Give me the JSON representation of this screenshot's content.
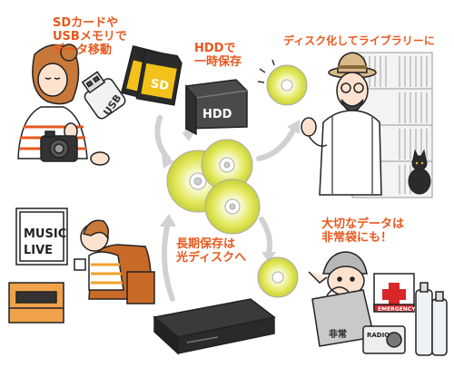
{
  "colors": {
    "accent_orange": "#e8581e",
    "disc_yellow": "#e6ea5a",
    "ink": "#222222",
    "sd_yellow": "#f2c21b",
    "hdd_gray": "#4a4a4a",
    "arrow_gray": "#cfd1d3",
    "red_cross": "#d8262b"
  },
  "captions": {
    "sd_usb": [
      "SDカードや",
      "USBメモリで",
      "データ移動"
    ],
    "hdd": [
      "HDDで",
      "一時保存"
    ],
    "library": [
      "ディスク化してライブラリーに"
    ],
    "longterm": [
      "長期保存は",
      "光ディスクへ"
    ],
    "emergency": [
      "大切なデータは",
      "非常袋にも！"
    ]
  },
  "labels": {
    "sd_card": "SD",
    "usb": "USB",
    "hdd": "HDD",
    "tv_line1": "MUSIC",
    "tv_line2": "LIVE",
    "emergency_kit": "EMERGENCY",
    "radio": "RADIO",
    "bag": "非常"
  },
  "icons": {
    "camera": "camera-icon",
    "usb": "usb-stick-icon",
    "sd_card": "sd-card-icon",
    "hdd": "hdd-icon",
    "disc": "disc-icon",
    "tv": "tv-icon",
    "recorder": "recorder-icon",
    "first_aid": "first-aid-kit-icon",
    "cat": "cat-icon",
    "bookshelf": "bookshelf-icon"
  }
}
